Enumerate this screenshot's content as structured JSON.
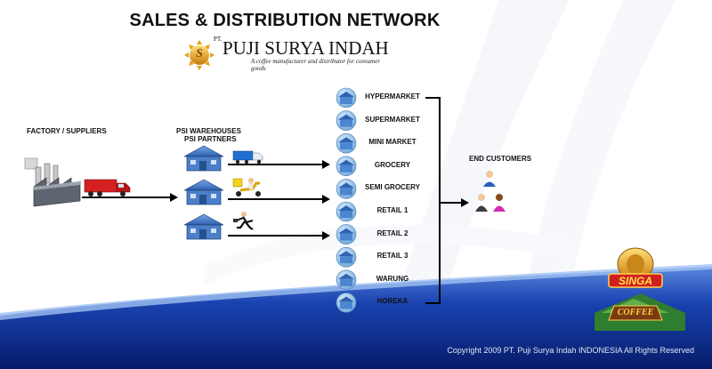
{
  "title": "SALES & DISTRIBUTION NETWORK",
  "company": {
    "prefix": "PT.",
    "name": "PUJI SURYA INDAH",
    "tagline": "A coffee manufacturer and distributor for consumer goods",
    "logo_letter": "S"
  },
  "labels": {
    "factory": "FACTORY / SUPPLIERS",
    "warehouses_line1": "PSI WAREHOUSES",
    "warehouses_line2": "PSI PARTNERS",
    "end_customers": "END CUSTOMERS"
  },
  "outlets": [
    "HYPERMARKET",
    "SUPERMARKET",
    "MINI MARKET",
    "GROCERY",
    "SEMI GROCERY",
    "RETAIL 1",
    "RETAIL 2",
    "RETAIL 3",
    "WARUNG",
    "HOREKA"
  ],
  "brand": {
    "name": "SINGA",
    "product": "COFFEE"
  },
  "copyright": "Copyright 2009 PT. Puji Surya Indah INDONESIA All Rights Reserved",
  "colors": {
    "band_dark": "#0a2a8a",
    "band_light": "#3a6fd6",
    "house_blue": "#4b7fc8",
    "logo_gold": "#e7a21a"
  }
}
